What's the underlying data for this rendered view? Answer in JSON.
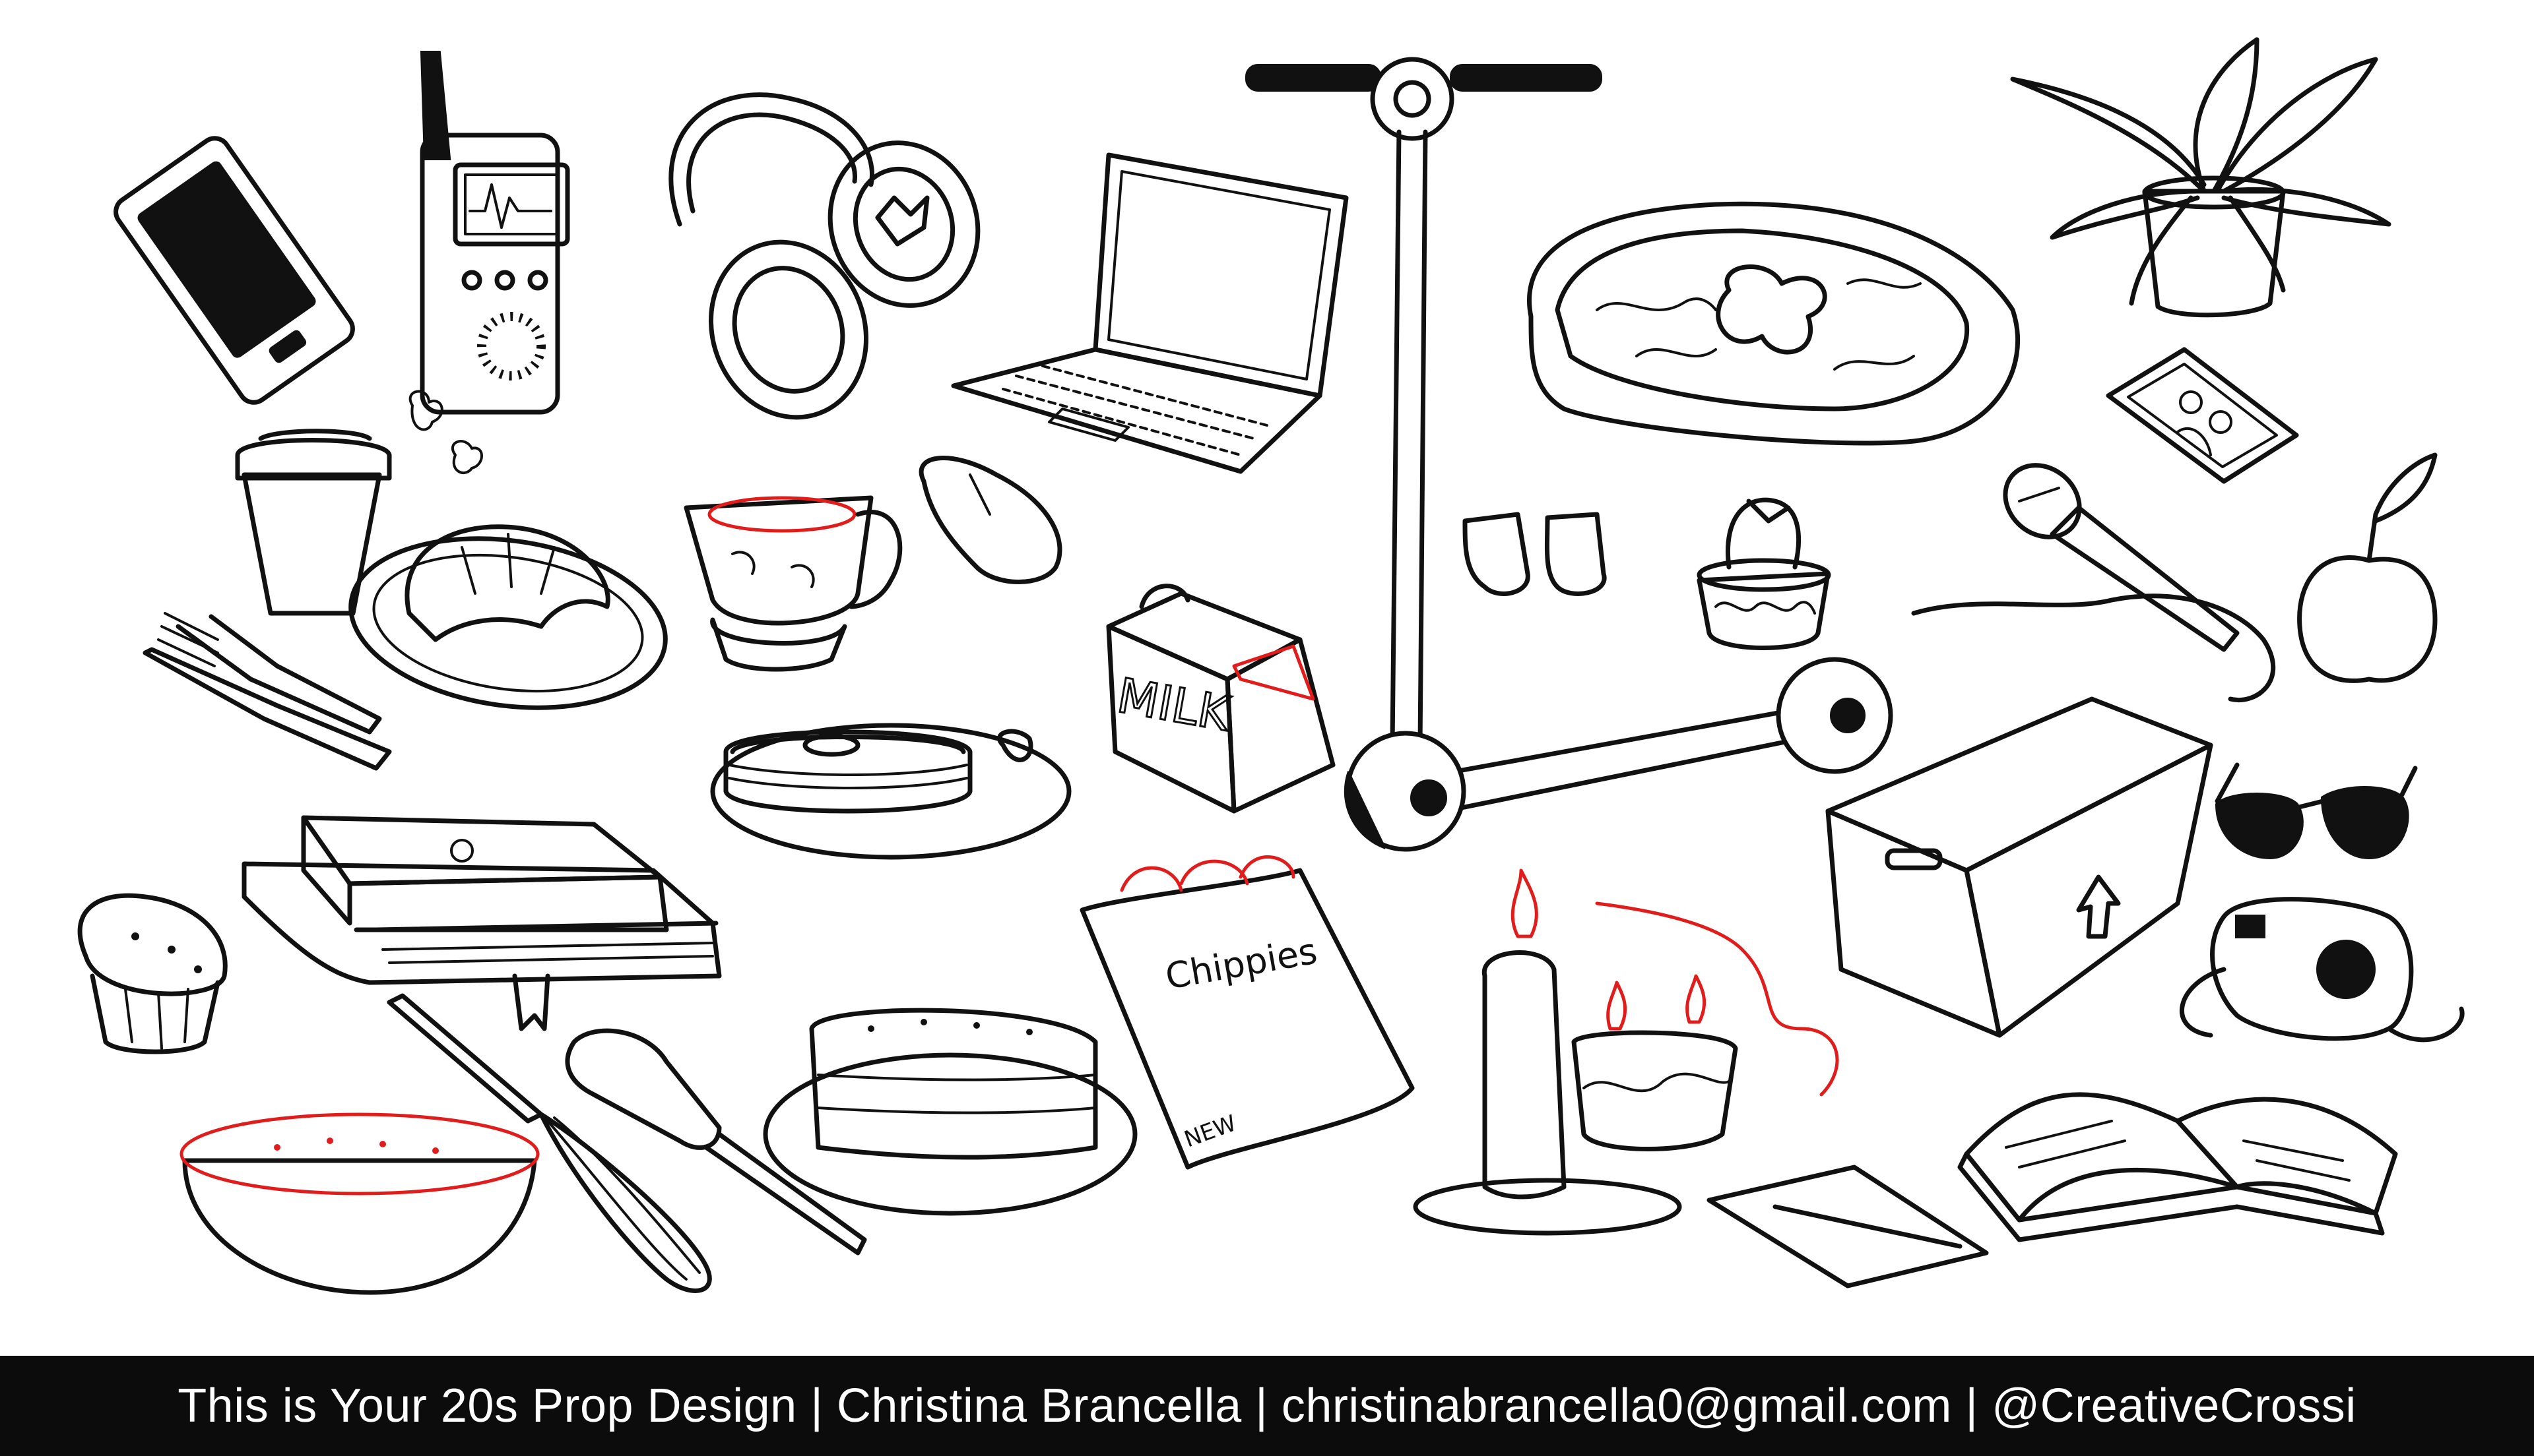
{
  "credits": {
    "text": "This is Your 20s Prop Design | Christina Brancella | christinabrancella0@gmail.com | @CreativeCrossi"
  },
  "labels": {
    "milk": "MILK",
    "chips": "Chippies",
    "chips_badge": "NEW"
  },
  "props": [
    "smartphone-icon",
    "walkie-talkie-icon",
    "headphones-icon",
    "laptop-icon",
    "scooter-icon",
    "pet-bed-icon",
    "potted-plant-icon",
    "photo-icon",
    "coffee-cup-icon",
    "croissant-icon",
    "teacup-icon",
    "mouse-icon",
    "fork-knife-icon",
    "milk-carton-icon",
    "socks-icon",
    "cactus-icon",
    "microphone-icon",
    "apple-icon",
    "pancakes-icon",
    "box-icon",
    "sunglasses-icon",
    "camera-icon",
    "books-icon",
    "muffin-icon",
    "cake-icon",
    "chips-bag-icon",
    "candle-icon",
    "candle-bowl-icon",
    "incense-icon",
    "spatula-icon",
    "whisk-icon",
    "bowl-icon",
    "open-book-icon"
  ],
  "colors": {
    "ink": "#111111",
    "accent": "#e21b1b",
    "banner": "#0c0c0c",
    "banner_text": "#ffffff"
  }
}
